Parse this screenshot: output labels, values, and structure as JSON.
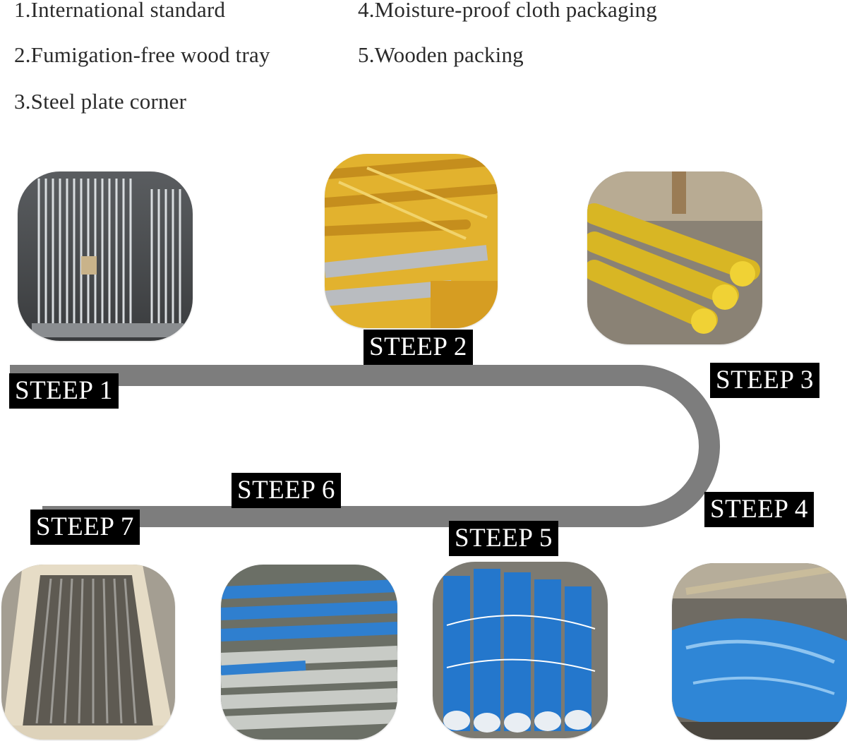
{
  "legend": [
    {
      "text": "1.International standard"
    },
    {
      "text": "2.Fumigation-free wood tray"
    },
    {
      "text": "3.Steel plate corner"
    },
    {
      "text": "4.Moisture-proof cloth packaging"
    },
    {
      "text": "5.Wooden packing"
    }
  ],
  "steps": [
    {
      "label": "STEEP 1"
    },
    {
      "label": "STEEP 2"
    },
    {
      "label": "STEEP 3"
    },
    {
      "label": "STEEP 4"
    },
    {
      "label": "STEEP 5"
    },
    {
      "label": "STEEP 6"
    },
    {
      "label": "STEEP 7"
    }
  ],
  "photos": [
    {
      "icon": "steel-bars-bundle-photo"
    },
    {
      "icon": "yellow-wrapped-bars-photo"
    },
    {
      "icon": "yellow-cloth-bundles-photo"
    },
    {
      "icon": "blue-wrapped-bundle-photo"
    },
    {
      "icon": "blue-wrapped-bars-photo"
    },
    {
      "icon": "blue-strapped-bundles-photo"
    },
    {
      "icon": "wooden-box-photo"
    }
  ],
  "colors": {
    "path": "#7d7d7d",
    "label_bg": "#000000",
    "label_text": "#ffffff",
    "yellow_wrap": "#e2b22e",
    "blue_wrap": "#2f86d6"
  }
}
